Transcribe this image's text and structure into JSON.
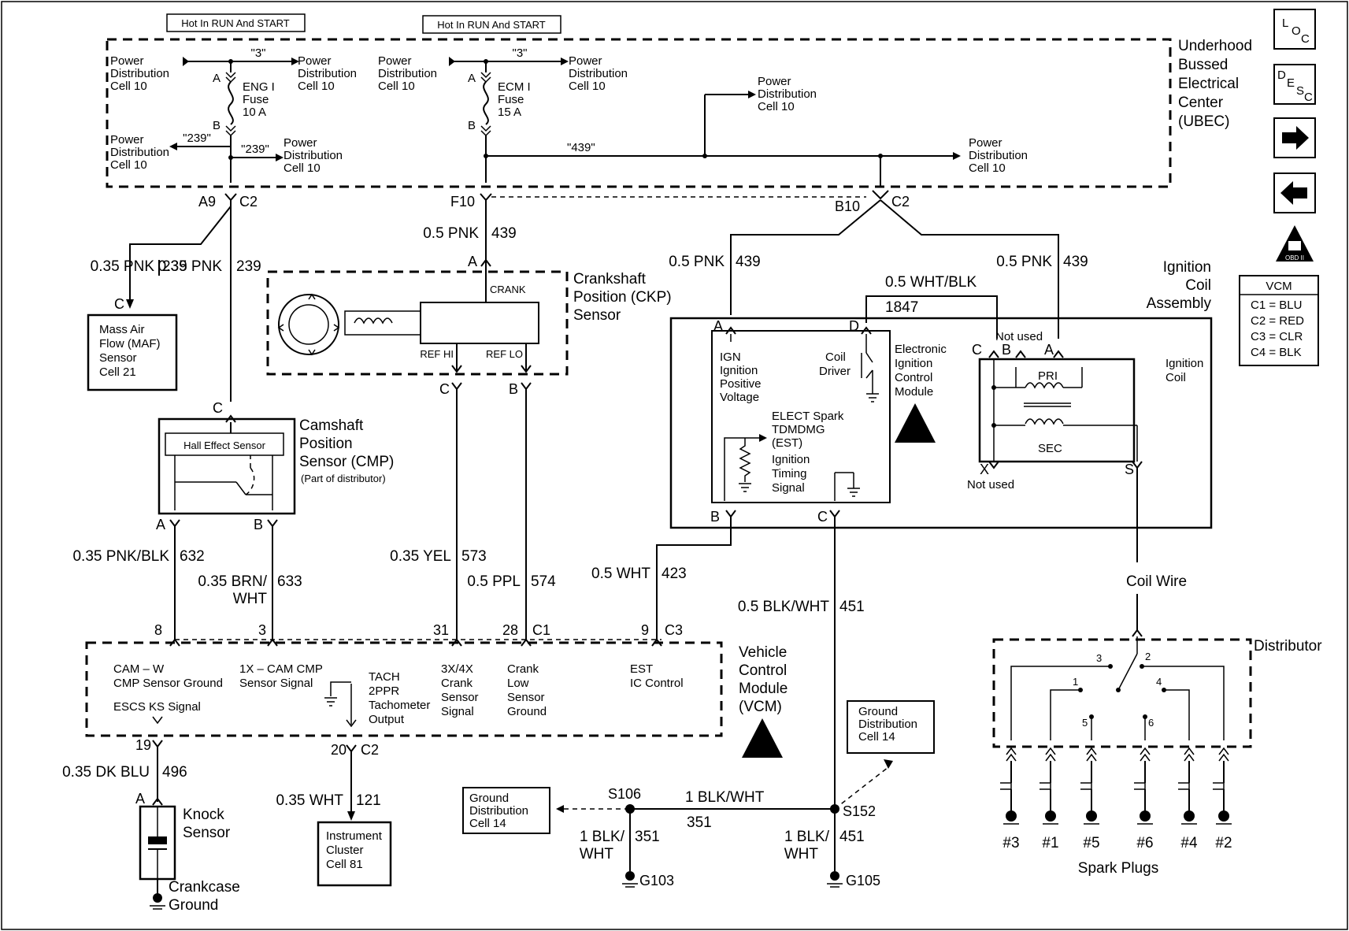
{
  "header": {
    "hot_left": "Hot In RUN And START",
    "hot_right": "Hot In RUN And START"
  },
  "ubec": {
    "title_lines": [
      "Underhood",
      "Bussed",
      "Electrical",
      "Center",
      "(UBEC)"
    ],
    "pdc": [
      "Power",
      "Distribution",
      "Cell 10"
    ],
    "eng_fuse": [
      "ENG I",
      "Fuse",
      "10 A"
    ],
    "ecm_fuse": [
      "ECM I",
      "Fuse",
      "15 A"
    ],
    "c3": "\"3\"",
    "c239": "\"239\"",
    "c439": "\"439\"",
    "pin_a": "A",
    "pin_b": "B"
  },
  "connectors": {
    "a9": "A9",
    "c2": "C2",
    "f10": "F10",
    "b10": "B10",
    "c1": "C1",
    "c3c": "C3"
  },
  "wires": {
    "w239a": "0.35 PNK",
    "n239a": "239",
    "w239b": "0.35 PNK",
    "n239b": "239",
    "w439a": "0.5 PNK",
    "n439a": "439",
    "w439b": "0.5 PNK",
    "n439b": "439",
    "w439c": "0.5 PNK",
    "n439c": "439",
    "w1847": "0.5 WHT/BLK",
    "n1847": "1847",
    "w632": "0.35 PNK/BLK",
    "n632": "632",
    "w633a": "0.35 BRN/",
    "w633b": "WHT",
    "n633": "633",
    "w573": "0.35 YEL",
    "n573": "573",
    "w574": "0.5 PPL",
    "n574": "574",
    "w423": "0.5 WHT",
    "n423": "423",
    "w451": "0.5 BLK/WHT",
    "n451": "451",
    "w496": "0.35 DK BLU",
    "n496": "496",
    "w121": "0.35 WHT",
    "n121": "121",
    "w351a": "1 BLK/WHT",
    "n351a": "351",
    "w351b1": "1 BLK/",
    "w351b2": "WHT",
    "n351b": "351",
    "w451b1": "1 BLK/",
    "w451b2": "WHT",
    "n451b": "451",
    "coil_wire": "Coil Wire"
  },
  "maf": {
    "lines": [
      "Mass Air",
      "Flow (MAF)",
      "Sensor",
      "Cell 21"
    ],
    "pin": "C"
  },
  "ckp": {
    "title": [
      "Crankshaft",
      "Position (CKP)",
      "Sensor"
    ],
    "crank": "CRANK",
    "ref_hi": "REF HI",
    "ref_lo": "REF LO",
    "pin_a": "A",
    "pin_c": "C",
    "pin_b": "B"
  },
  "cmp": {
    "title": [
      "Camshaft",
      "Position",
      "Sensor (CMP)"
    ],
    "sub": "(Part of distributor)",
    "hall": "Hall Effect Sensor",
    "pin_c": "C",
    "pin_a": "A",
    "pin_b": "B"
  },
  "ignition": {
    "title": [
      "Ignition",
      "Coil",
      "Assembly"
    ],
    "icm": [
      "Electronic",
      "Ignition",
      "Control",
      "Module"
    ],
    "ign_lines": [
      "IGN",
      "Ignition",
      "Positive",
      "Voltage"
    ],
    "coil_driver": [
      "Coil",
      "Driver"
    ],
    "est_lines": [
      "ELECT Spark",
      "TDMDMG",
      "(EST)",
      "Ignition",
      "Timing",
      "Signal"
    ],
    "not_used": "Not used",
    "coil": [
      "Ignition",
      "Coil"
    ],
    "pri": "PRI",
    "sec": "SEC",
    "x": "X",
    "x_not_used": "Not used",
    "s": "S",
    "pin_a": "A",
    "pin_d": "D",
    "pin_c": "C",
    "pin_b": "B",
    "pin_a2": "A",
    "pin_bb": "B",
    "pin_cc": "C"
  },
  "vcm": {
    "title": [
      "Vehicle",
      "Control",
      "Module",
      "(VCM)"
    ],
    "pins": [
      "8",
      "3",
      "31",
      "28",
      "9",
      "19",
      "20"
    ],
    "cam_w": [
      "CAM – W",
      "CMP Sensor Ground"
    ],
    "cam_cmp": [
      "1X – CAM CMP",
      "Sensor Signal"
    ],
    "tach": [
      "TACH",
      "2PPR",
      "Tachometer",
      "Output"
    ],
    "crank3x": [
      "3X/4X",
      "Crank",
      "Sensor",
      "Signal"
    ],
    "crank_low": [
      "Crank",
      "Low",
      "Sensor",
      "Ground"
    ],
    "est": [
      "EST",
      "IC Control"
    ],
    "escs": "ESCS KS Signal"
  },
  "vcm_table": {
    "title": "VCM",
    "rows": [
      "C1 = BLU",
      "C2 = RED",
      "C3 = CLR",
      "C4 = BLK"
    ]
  },
  "knock": {
    "title": [
      "Knock",
      "Sensor"
    ],
    "pin": "A",
    "ground": [
      "Crankcase",
      "Ground"
    ]
  },
  "instrument": {
    "lines": [
      "Instrument",
      "Cluster",
      "Cell 81"
    ]
  },
  "ground_dist": {
    "left": [
      "Ground",
      "Distribution",
      "Cell 14"
    ],
    "right": [
      "Ground",
      "Distribution",
      "Cell 14"
    ]
  },
  "splices": {
    "s106": "S106",
    "s152": "S152",
    "g103": "G103",
    "g105": "G105"
  },
  "distributor": {
    "title": "Distributor",
    "nums": [
      "3",
      "2",
      "1",
      "4",
      "5",
      "6"
    ],
    "plugs": [
      "#3",
      "#1",
      "#5",
      "#6",
      "#4",
      "#2"
    ],
    "spark": "Spark Plugs"
  },
  "nav": {
    "loc_l": "L",
    "loc_o": "O",
    "loc_c": "C",
    "desc_d": "D",
    "desc_e": "E",
    "desc_s": "S",
    "desc_c": "C",
    "obd": "OBD II"
  }
}
